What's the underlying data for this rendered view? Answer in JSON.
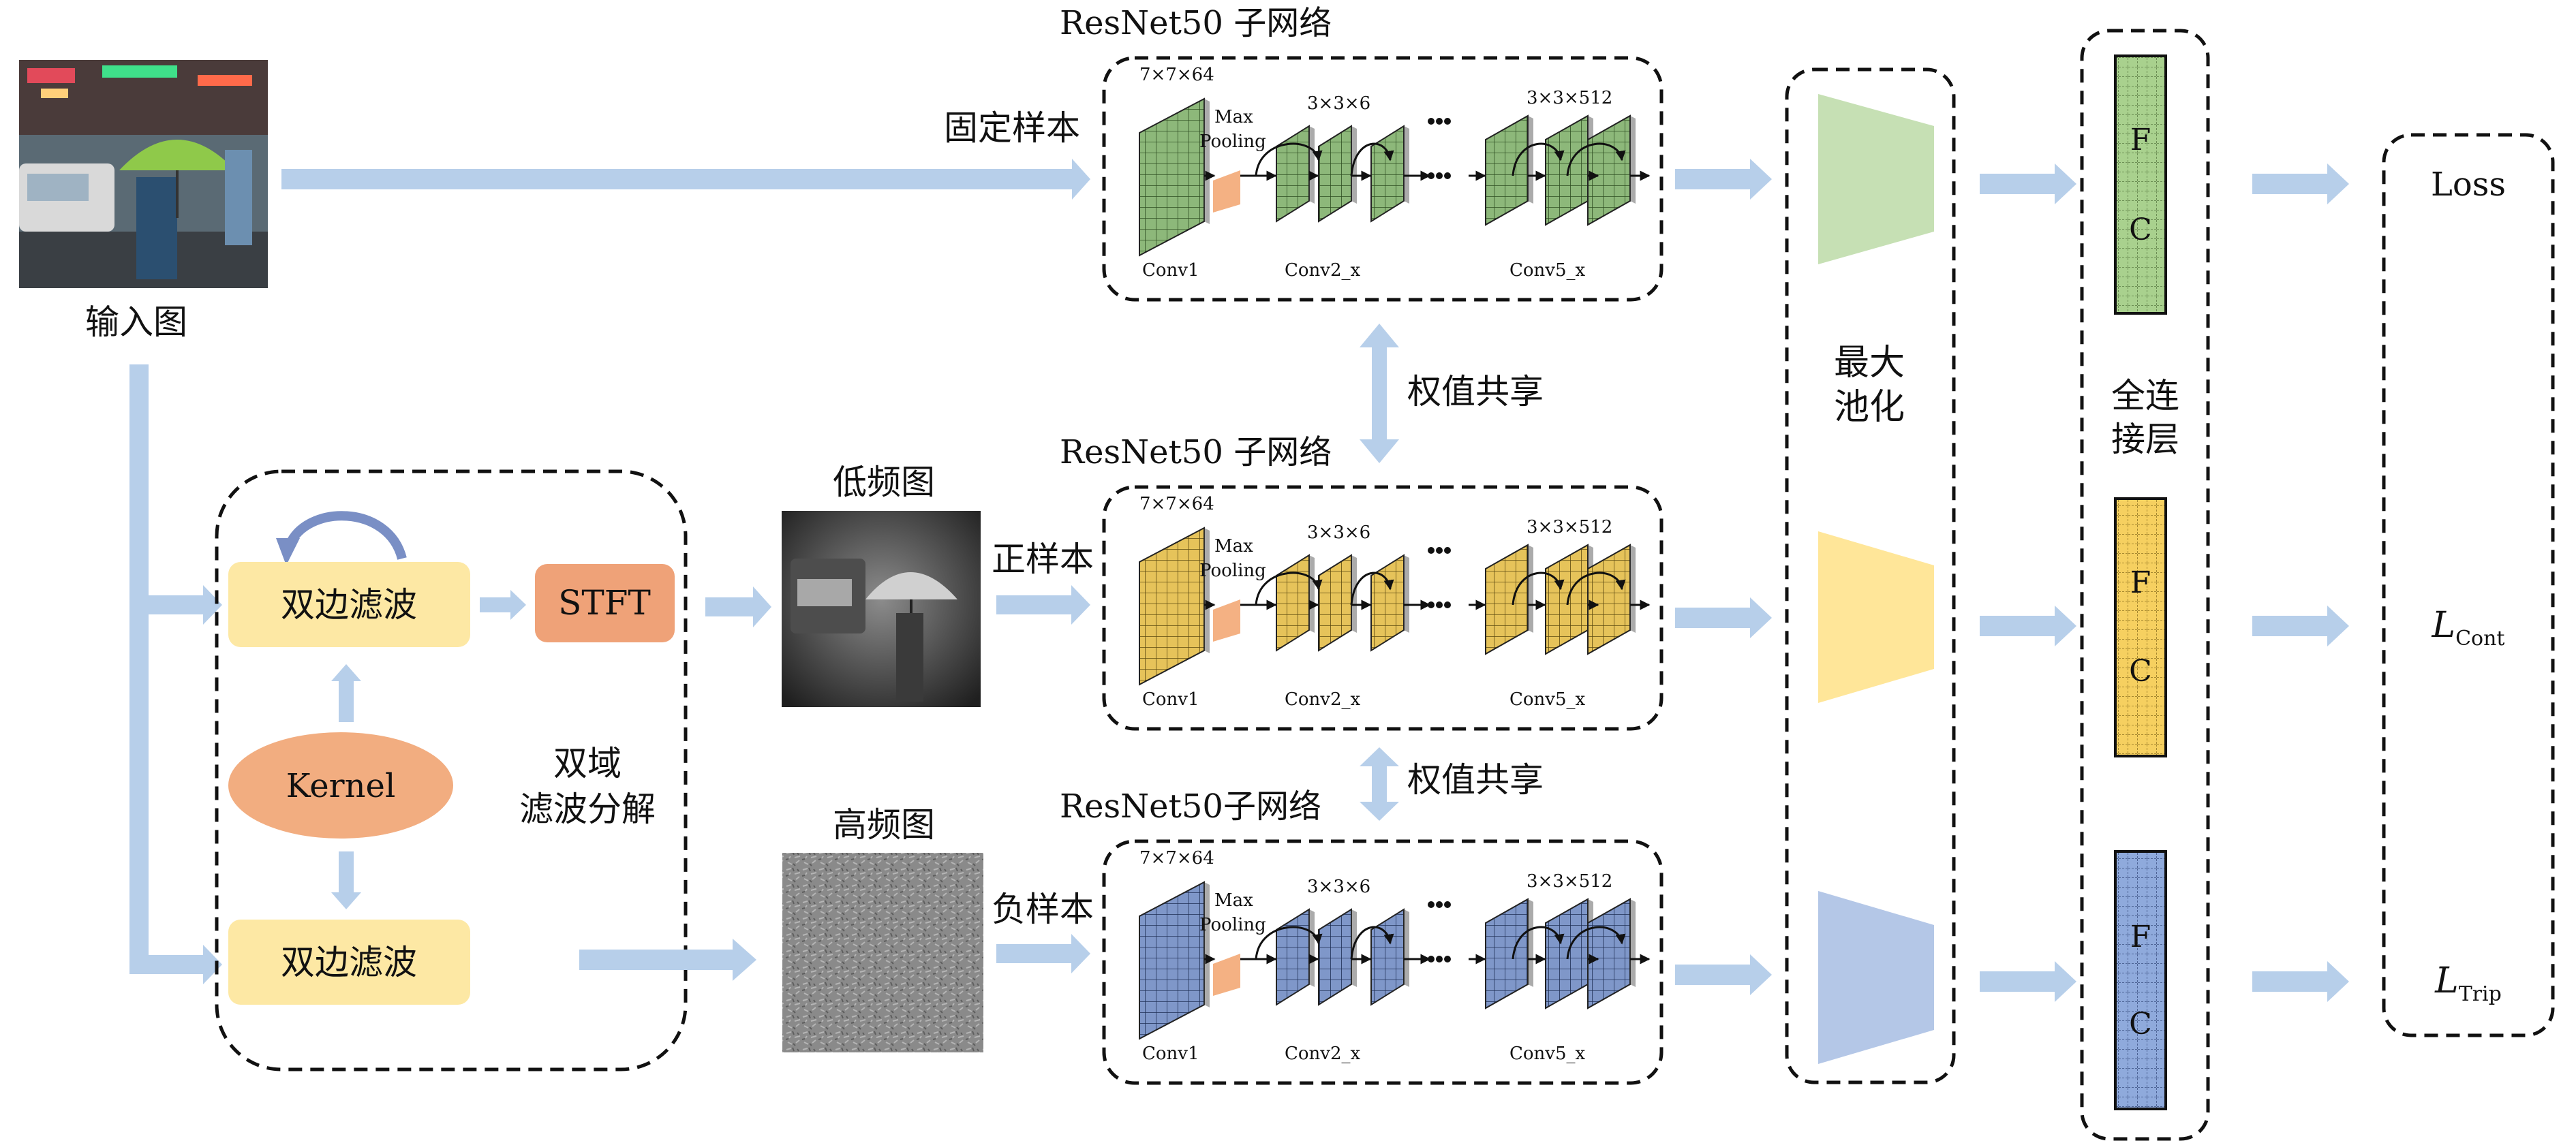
{
  "input": {
    "label": "输入图"
  },
  "colors": {
    "green": "#8db87a",
    "yellow": "#e6c35a",
    "blue": "#7f97c9",
    "arrow": "#b7cfea",
    "panel": "#eef5e8",
    "node": "#fde8a4",
    "stft": "#efa278",
    "kernel": "#f2ad80",
    "pool": "#f4b183",
    "pool_green": "#c6e0b4",
    "pool_yellow": "#ffe699",
    "pool_blue": "#b4c7e7"
  },
  "decomp": {
    "filter_top": "双边滤波",
    "filter_bottom": "双边滤波",
    "stft": "STFT",
    "kernel": "Kernel",
    "caption_line1": "双域",
    "caption_line2": "滤波分解"
  },
  "images": {
    "low_label": "低频图",
    "high_label": "高频图"
  },
  "samples": {
    "anchor": "固定样本",
    "positive": "正样本",
    "negative": "负样本"
  },
  "share": {
    "upper": "权值共享",
    "lower": "权值共享"
  },
  "resnets": [
    {
      "title": "ResNet50 子网络",
      "conv1_dims": "7×7×64",
      "pool_line1": "Max",
      "pool_line2": "Pooling",
      "conv2_dims": "3×3×6",
      "conv5_dims": "3×3×512",
      "conv1": "Conv1",
      "conv2": "Conv2_x",
      "conv5": "Conv5_x",
      "color": "green"
    },
    {
      "title": "ResNet50 子网络",
      "conv1_dims": "7×7×64",
      "pool_line1": "Max",
      "pool_line2": "Pooling",
      "conv2_dims": "3×3×6",
      "conv5_dims": "3×3×512",
      "conv1": "Conv1",
      "conv2": "Conv2_x",
      "conv5": "Conv5_x",
      "color": "yellow"
    },
    {
      "title": "ResNet50子网络",
      "conv1_dims": "7×7×64",
      "pool_line1": "Max",
      "pool_line2": "Pooling",
      "conv2_dims": "3×3×6",
      "conv5_dims": "3×3×512",
      "conv1": "Conv1",
      "conv2": "Conv2_x",
      "conv5": "Conv5_x",
      "color": "blue"
    }
  ],
  "maxpool": {
    "line1": "最大",
    "line2": "池化"
  },
  "fc": {
    "label_line1": "全连",
    "label_line2": "接层",
    "letter_f": "F",
    "letter_c": "C"
  },
  "losses": {
    "loss": "Loss",
    "cont_main": "L",
    "cont_sub": "Cont",
    "trip_main": "L",
    "trip_sub": "Trip"
  }
}
